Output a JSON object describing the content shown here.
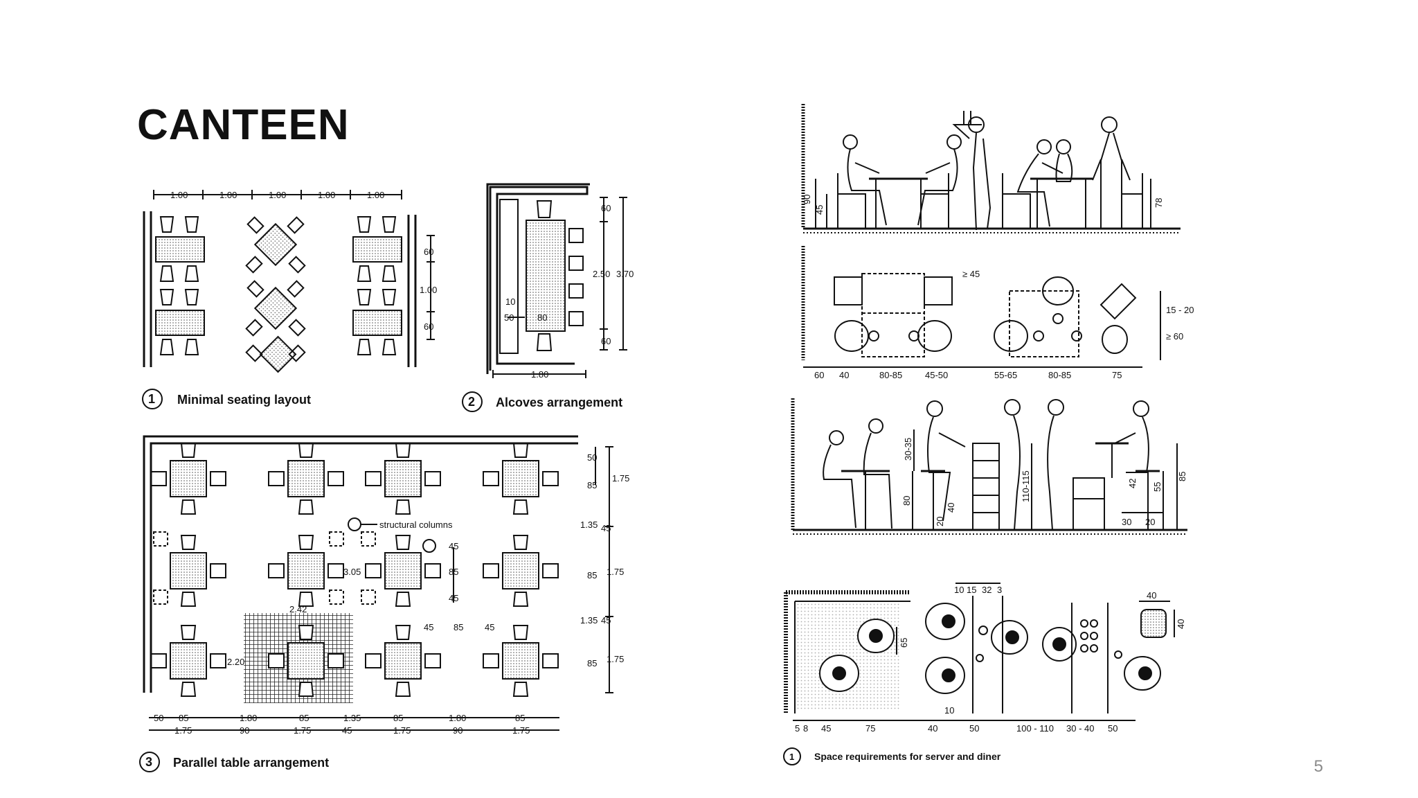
{
  "page": {
    "title": "CANTEEN",
    "page_number": "5"
  },
  "fig1": {
    "number": "1",
    "caption": "Minimal seating layout",
    "top_dims": [
      "1.00",
      "1.00",
      "1.00",
      "1.00",
      "1.00"
    ],
    "side_dims": [
      "60",
      "1.00",
      "60"
    ]
  },
  "fig2": {
    "number": "2",
    "caption": "Alcoves arrangement",
    "dims": [
      "60",
      "2.50",
      "3.70",
      "60",
      "10",
      "50",
      "80",
      "1.80"
    ]
  },
  "fig3": {
    "number": "3",
    "caption": "Parallel table arrangement",
    "note": "structural columns",
    "side_dims": [
      "50",
      "85",
      "1.75",
      "1.35",
      "45",
      "85",
      "1.75",
      "1.35",
      "45",
      "85",
      "1.75"
    ],
    "inner_dims": [
      "45",
      "85",
      "45",
      "3.05",
      "2.42",
      "2.20"
    ],
    "mid_dims": [
      "45",
      "85",
      "45"
    ],
    "bottom_row1": [
      "50",
      "85",
      "1.80",
      "85",
      "1.35",
      "85",
      "1.80",
      "85"
    ],
    "bottom_row2": [
      "1.75",
      "90",
      "1.75",
      "45",
      "1.75",
      "90",
      "1.75"
    ]
  },
  "fig4": {
    "number": "1",
    "caption": "Space requirements for server and diner",
    "elev_dims": [
      "90",
      "45",
      "78"
    ],
    "plan_dims": [
      "60",
      "40",
      "80-85",
      "45-50",
      "55-65",
      "80-85",
      "75"
    ],
    "plan_side": [
      "≥ 45",
      "15 - 20",
      "≥ 60"
    ],
    "bar_dims": [
      "80",
      "30-35",
      "20",
      "40",
      "110-115",
      "42",
      "55",
      "85",
      "30",
      "20"
    ],
    "server_top": [
      "10",
      "15",
      "32",
      "3"
    ],
    "server_bottom": [
      "5",
      "8",
      "45",
      "75",
      "40",
      "50",
      "100 - 110",
      "30 - 40",
      "50"
    ],
    "server_side": [
      "65",
      "40",
      "40",
      "10"
    ]
  }
}
